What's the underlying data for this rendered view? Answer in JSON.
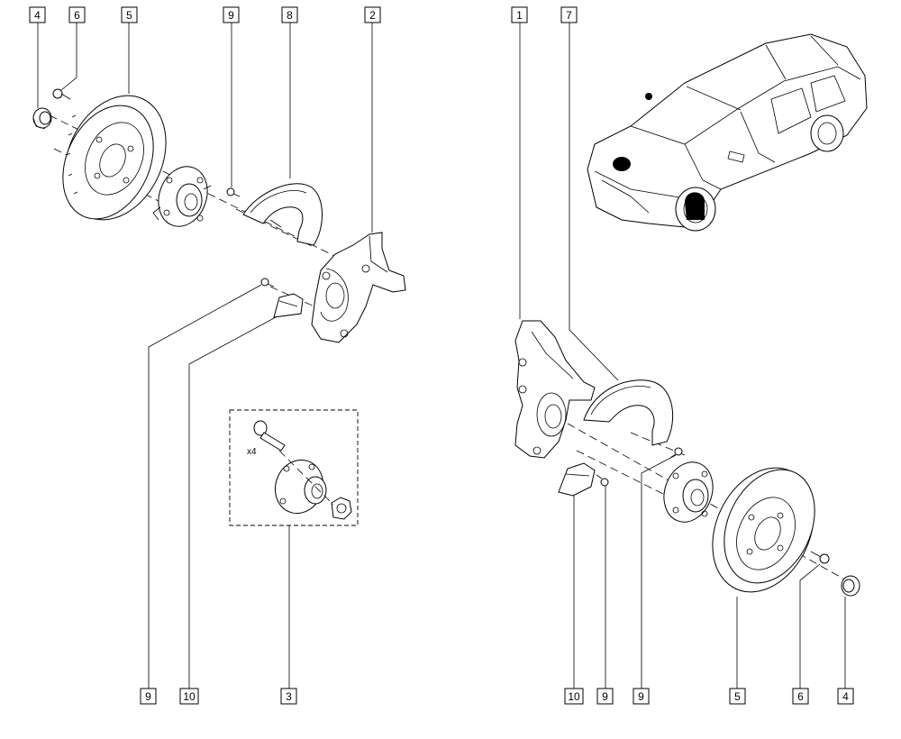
{
  "diagram": {
    "kit_quantity": "x4",
    "callouts_top_left": [
      "4",
      "6",
      "5",
      "9",
      "8",
      "2"
    ],
    "callouts_bottom_left": [
      "9",
      "10",
      "3"
    ],
    "callouts_top_right": [
      "1",
      "7"
    ],
    "callouts_bottom_right": [
      "10",
      "9",
      "9",
      "5",
      "6",
      "4"
    ]
  }
}
